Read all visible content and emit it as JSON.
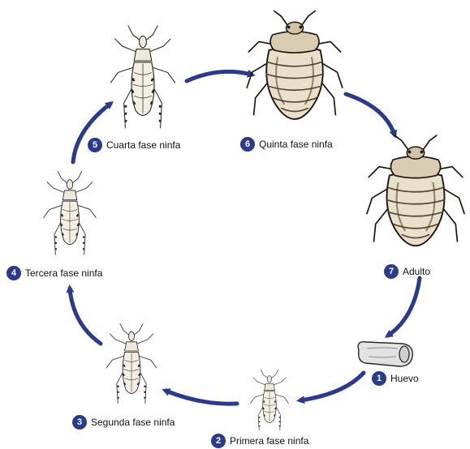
{
  "colors": {
    "accent": "#2a3a8c",
    "ink": "#1a1a1a",
    "bug_fill": "#e9e0cc",
    "bug_dark": "#5a4630"
  },
  "stages": [
    {
      "number": "1",
      "label": "Huevo",
      "icon": "egg-icon"
    },
    {
      "number": "2",
      "label": "Primera fase ninfa",
      "icon": "nymph-icon"
    },
    {
      "number": "3",
      "label": "Segunda fase ninfa",
      "icon": "nymph-icon"
    },
    {
      "number": "4",
      "label": "Tercera fase ninfa",
      "icon": "nymph-icon"
    },
    {
      "number": "5",
      "label": "Cuarta fase ninfa",
      "icon": "nymph-icon"
    },
    {
      "number": "6",
      "label": "Quinta fase ninfa",
      "icon": "bedbug-icon"
    },
    {
      "number": "7",
      "label": "Adulto",
      "icon": "bedbug-icon"
    }
  ]
}
